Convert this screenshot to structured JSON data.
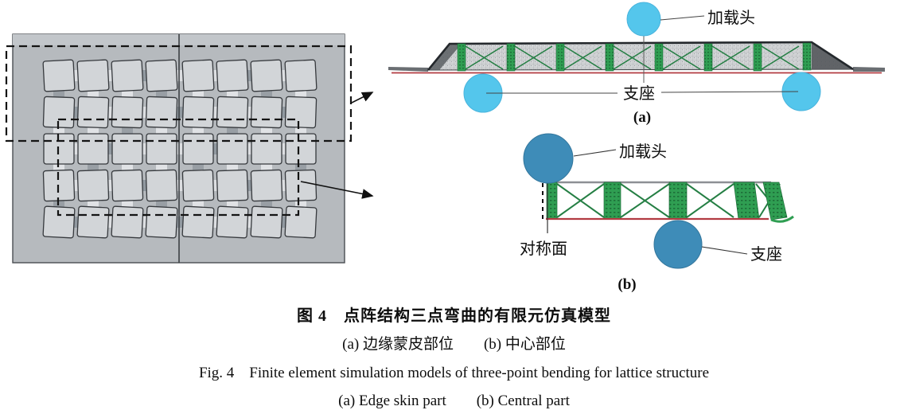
{
  "colors": {
    "light_cyan": "#54c6ec",
    "steel_blue": "#3e8cb8",
    "lattice_green": "#2f9e52",
    "skin_red": "#b23b42",
    "panel_gray": "#b6babe"
  },
  "diagram_a": {
    "tag": "(a)",
    "loading_head_label": "加载头",
    "support_label": "支座"
  },
  "diagram_b": {
    "tag": "(b)",
    "loading_head_label": "加载头",
    "support_label": "支座",
    "symmetry_plane_label": "对称面"
  },
  "caption": {
    "zh_title": "图 4　点阵结构三点弯曲的有限元仿真模型",
    "zh_sub": "(a) 边缘蒙皮部位　　(b) 中心部位",
    "en_title": "Fig. 4　Finite element simulation models of three-point bending for lattice structure",
    "en_sub": "(a) Edge skin part　　(b) Central part"
  }
}
